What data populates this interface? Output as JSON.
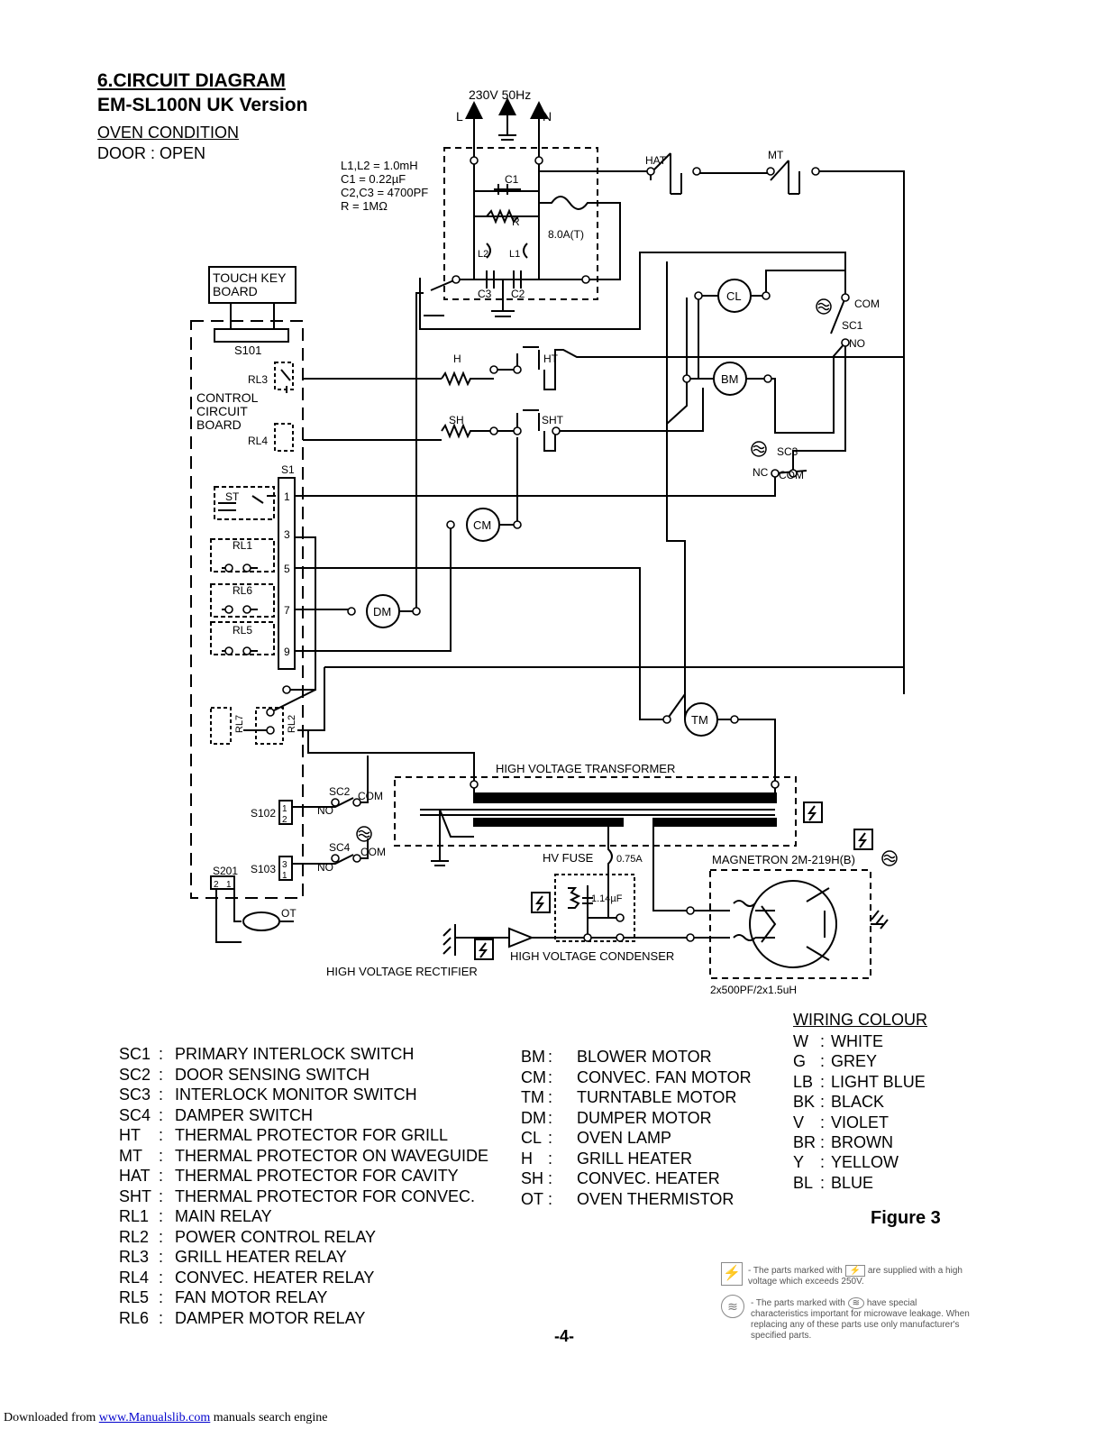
{
  "header": {
    "title": "6.CIRCUIT DIAGRAM",
    "subtitle": "EM-SL100N UK Version",
    "condition_label": "OVEN CONDITION",
    "door_state": "DOOR : OPEN"
  },
  "specs": [
    "L1,L2 = 1.0mH",
    "C1 = 0.22µF",
    "C2,C3 = 4700PF",
    "R = 1MΩ"
  ],
  "diagram": {
    "power": "230V 50Hz",
    "line": "L",
    "neutral": "N",
    "fuse_rating": "8.0A(T)",
    "c1": "C1",
    "r": "R",
    "l1": "L1",
    "l2": "L2",
    "c3": "C3",
    "c2": "C2",
    "touch_key_board": [
      "TOUCH KEY",
      "BOARD"
    ],
    "s101": "S101",
    "control_board": [
      "CONTROL",
      "CIRCUIT",
      "BOARD"
    ],
    "rl3": "RL3",
    "rl4": "RL4",
    "s1": "S1",
    "st": "ST",
    "rl1": "RL1",
    "rl6": "RL6",
    "rl5": "RL5",
    "rl7": "RL7",
    "rl2": "RL2",
    "pins": [
      "1",
      "3",
      "5",
      "7",
      "9"
    ],
    "h": "H",
    "sh": "SH",
    "ht": "HT",
    "sht": "SHT",
    "hat": "HAT",
    "mt": "MT",
    "cl": "CL",
    "bm": "BM",
    "cm": "CM",
    "dm": "DM",
    "tm": "TM",
    "com": "COM",
    "no": "NO",
    "nc": "NC",
    "sc1": "SC1",
    "sc2": "SC2",
    "sc3": "SC3",
    "sc4": "SC4",
    "s102": "S102",
    "s103": "S103",
    "s201": "S201",
    "s102_pins": [
      "1",
      "2"
    ],
    "s103_pins": [
      "3",
      "1"
    ],
    "s201_pins": [
      "2",
      "1"
    ],
    "ot": "OT",
    "hv_transformer": "HIGH VOLTAGE TRANSFORMER",
    "hv_fuse": "HV FUSE",
    "hv_fuse_rating": "0.75A",
    "capacitance": "1.14µF",
    "magnetron": "MAGNETRON 2M-219H(B)",
    "hv_condenser": "HIGH VOLTAGE CONDENSER",
    "hv_rectifier": "HIGH VOLTAGE RECTIFIER",
    "filter": "2x500PF/2x1.5uH"
  },
  "legend_switches": [
    {
      "code": "SC1",
      "desc": "PRIMARY INTERLOCK SWITCH"
    },
    {
      "code": "SC2",
      "desc": "DOOR SENSING SWITCH"
    },
    {
      "code": "SC3",
      "desc": "INTERLOCK MONITOR SWITCH"
    },
    {
      "code": "SC4",
      "desc": "DAMPER SWITCH"
    },
    {
      "code": "HT",
      "desc": "THERMAL PROTECTOR FOR GRILL"
    },
    {
      "code": "MT",
      "desc": "THERMAL PROTECTOR ON WAVEGUIDE"
    },
    {
      "code": "HAT",
      "desc": "THERMAL PROTECTOR FOR CAVITY"
    },
    {
      "code": "SHT",
      "desc": "THERMAL PROTECTOR FOR CONVEC."
    },
    {
      "code": "RL1",
      "desc": "MAIN RELAY"
    },
    {
      "code": "RL2",
      "desc": "POWER CONTROL RELAY"
    },
    {
      "code": "RL3",
      "desc": "GRILL HEATER RELAY"
    },
    {
      "code": "RL4",
      "desc": "CONVEC. HEATER RELAY"
    },
    {
      "code": "RL5",
      "desc": "FAN MOTOR RELAY"
    },
    {
      "code": "RL6",
      "desc": "DAMPER MOTOR RELAY"
    }
  ],
  "legend_components": [
    {
      "code": "BM",
      "desc": "BLOWER MOTOR"
    },
    {
      "code": "CM",
      "desc": "CONVEC. FAN MOTOR"
    },
    {
      "code": "TM",
      "desc": "TURNTABLE MOTOR"
    },
    {
      "code": "DM",
      "desc": "DUMPER MOTOR"
    },
    {
      "code": "CL",
      "desc": "OVEN LAMP"
    },
    {
      "code": "H",
      "desc": "GRILL HEATER"
    },
    {
      "code": "SH",
      "desc": "CONVEC. HEATER"
    },
    {
      "code": "OT",
      "desc": "OVEN THERMISTOR"
    }
  ],
  "wiring": {
    "title": "WIRING COLOUR",
    "items": [
      {
        "code": "W",
        "desc": "WHITE"
      },
      {
        "code": "G",
        "desc": "GREY"
      },
      {
        "code": "LB",
        "desc": "LIGHT BLUE"
      },
      {
        "code": "BK",
        "desc": "BLACK"
      },
      {
        "code": "V",
        "desc": "VIOLET"
      },
      {
        "code": "BR",
        "desc": "BROWN"
      },
      {
        "code": "Y",
        "desc": "YELLOW"
      },
      {
        "code": "BL",
        "desc": "BLUE"
      }
    ]
  },
  "figure": "Figure 3",
  "notes": {
    "hv_prefix": "- The parts marked with",
    "hv_suffix": "are supplied with a high voltage which exceeds 250V.",
    "mw_prefix": "- The parts marked with",
    "mw_suffix": "have special characteristics important for microwave leakage. When replacing any of these parts use only manufacturer's specified parts."
  },
  "page_number": "-4-",
  "footer": {
    "prefix": "Downloaded from",
    "link": "www.Manualslib.com",
    "suffix": "manuals search engine"
  }
}
